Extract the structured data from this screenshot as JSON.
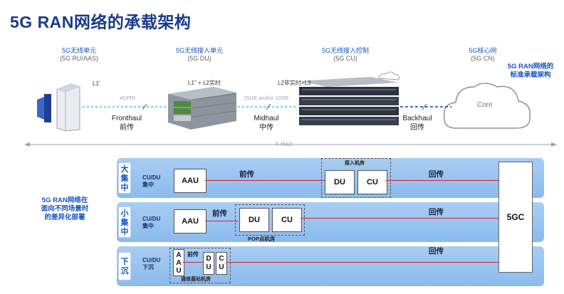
{
  "title": "5G RAN网络的承载架构",
  "top": {
    "ru_title": "5G无线单元",
    "ru_sub": "(5G RU/AAS)",
    "du_title": "5G无线接入单元",
    "du_sub": "(5G DU)",
    "cu_title": "5G无线接入控制",
    "cu_sub": "(5G CU)",
    "cn_title": "5G核心网",
    "cn_sub": "(5G CN)",
    "l1": "L1'",
    "l1_du": "L1'' + L2实时",
    "l2_cu": "L2非实时+L3",
    "ecpri": "eCPRI",
    "midhaul_rate": "25GE and/or 10GE",
    "fronthaul_en": "Fronthaul",
    "fronthaul_cn": "前传",
    "midhaul_en": "Midhaul",
    "midhaul_cn": "中传",
    "backhaul_en": "Backhaul",
    "backhaul_cn": "回传",
    "core": "Core",
    "xhaul": "X-Haul",
    "std_line1": "5G RAN网络的",
    "std_line2": "标准承载架构"
  },
  "left_note": [
    "5G RAN网络在",
    "面向不同场景时",
    "的差异化部署"
  ],
  "rows": [
    {
      "label": [
        "大",
        "集",
        "中"
      ],
      "cudu": "CU/DU",
      "mode": "集中",
      "aau": "AAU",
      "fronthaul": "前传",
      "du": "DU",
      "cu": "CU",
      "room": "接入机房",
      "backhaul": "回传"
    },
    {
      "label": [
        "小",
        "集",
        "中"
      ],
      "cudu": "CU/DU",
      "mode": "集中",
      "aau": "AAU",
      "fronthaul": "前传",
      "du": "DU",
      "cu": "CU",
      "room": "POP点机房",
      "backhaul": "回传"
    },
    {
      "label": [
        "下",
        "沉"
      ],
      "cudu": "CU/DU",
      "mode": "下沉",
      "aau_chars": [
        "A",
        "A",
        "U"
      ],
      "fronthaul": "前传",
      "du_chars": [
        "D",
        "U"
      ],
      "cu_chars": [
        "C",
        "U"
      ],
      "room": "通信基站机房",
      "backhaul": "回传"
    }
  ],
  "core_box": "5GC",
  "colors": {
    "title": "#1a3a8a",
    "accent": "#1a55c0",
    "band": "#9cc4f0",
    "line": "#d42030"
  }
}
